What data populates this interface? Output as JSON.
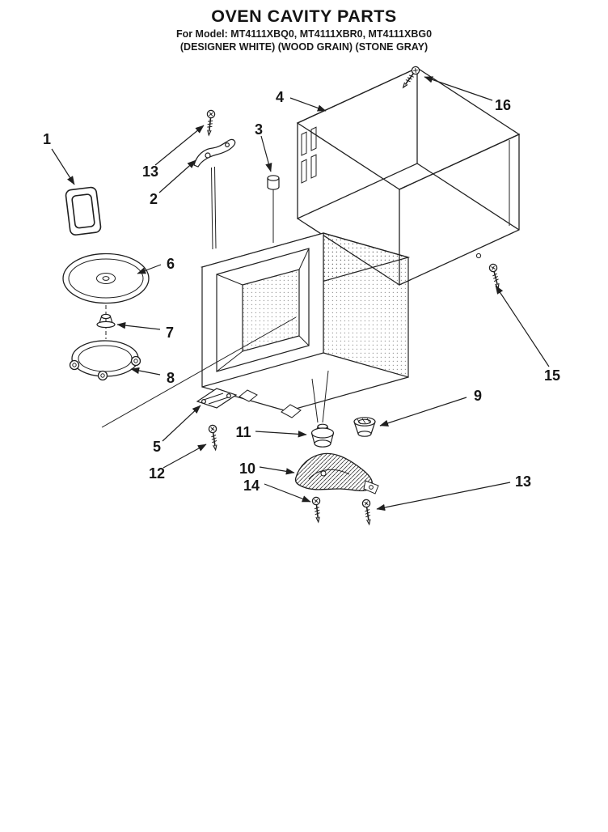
{
  "header": {
    "title": "OVEN CAVITY PARTS",
    "model_line": "For Model: MT4111XBQ0, MT4111XBR0, MT4111XBG0",
    "finish_line": "(DESIGNER WHITE) (WOOD GRAIN) (STONE GRAY)"
  },
  "callouts": {
    "part1": "1",
    "part2": "2",
    "part3": "3",
    "part4": "4",
    "part5": "5",
    "part6": "6",
    "part7": "7",
    "part8": "8",
    "part9": "9",
    "part10": "10",
    "part11": "11",
    "part12": "12",
    "part13_top": "13",
    "part13_bottom": "13",
    "part14": "14",
    "part15": "15",
    "part16": "16"
  },
  "colors": {
    "ink": "#1f1f1f",
    "paper": "#ffffff"
  }
}
